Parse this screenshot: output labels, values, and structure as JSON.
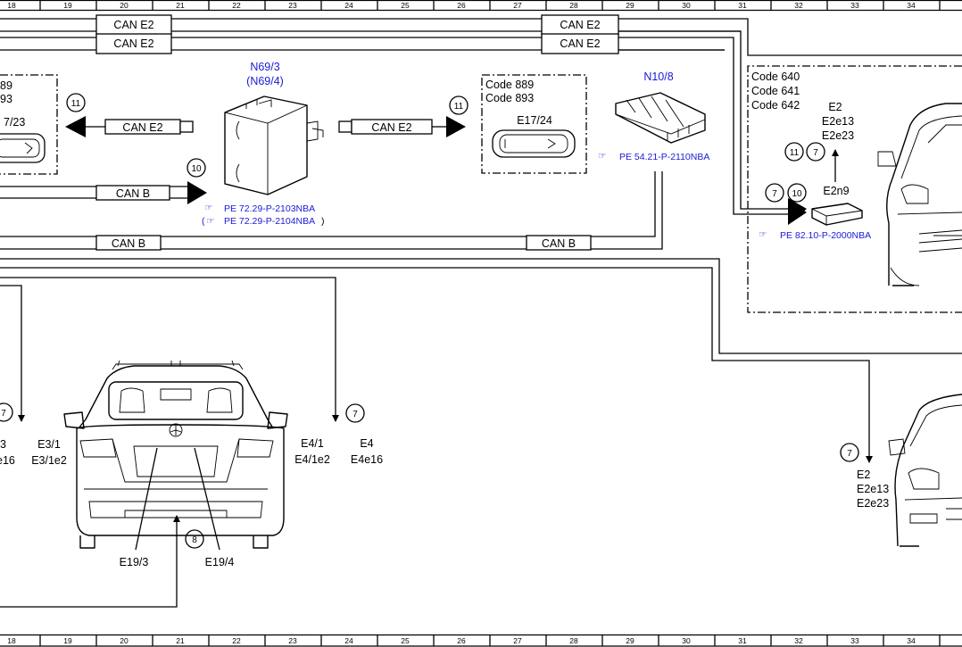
{
  "ruler": {
    "labels": [
      "18",
      "19",
      "20",
      "21",
      "22",
      "23",
      "24",
      "25",
      "26",
      "27",
      "28",
      "29",
      "30",
      "31",
      "32",
      "33",
      "34"
    ]
  },
  "bus": {
    "can_e2": "CAN E2",
    "can_b": "CAN B"
  },
  "modules": {
    "n69_3": {
      "id": "N69/3",
      "alt": "(N69/4)",
      "ref1": "PE 72.29-P-2103NBA",
      "ref2": "PE 72.29-P-2104NBA"
    },
    "n10_8": {
      "id": "N10/8",
      "ref": "PE 54.21-P-2110NBA"
    },
    "e2n9": {
      "id": "E2n9",
      "ref": "PE 82.10-P-2000NBA"
    }
  },
  "boxes": {
    "left": {
      "code1": "89",
      "code2": "93",
      "part": "7/23"
    },
    "mid": {
      "code1": "Code 889",
      "code2": "Code 893",
      "part": "E17/24"
    },
    "right": {
      "code1": "Code 640",
      "code2": "Code 641",
      "code3": "Code 642"
    }
  },
  "labels": {
    "e2_top": "E2",
    "e2e13_top": "E2e13",
    "e2e23_top": "E2e23",
    "e3_1": "E3/1",
    "e3_1e2": "E3/1e2",
    "left_a": "3",
    "left_b": "e16",
    "e4_1": "E4/1",
    "e4_1e2": "E4/1e2",
    "e4": "E4",
    "e4e16": "E4e16",
    "e19_3": "E19/3",
    "e19_4": "E19/4",
    "e2_bot": "E2",
    "e2e13_bot": "E2e13",
    "e2e23_bot": "E2e23"
  },
  "circles": {
    "c7": "7",
    "c8": "8",
    "c10": "10",
    "c11": "11"
  },
  "pointer_glyph": "☞"
}
